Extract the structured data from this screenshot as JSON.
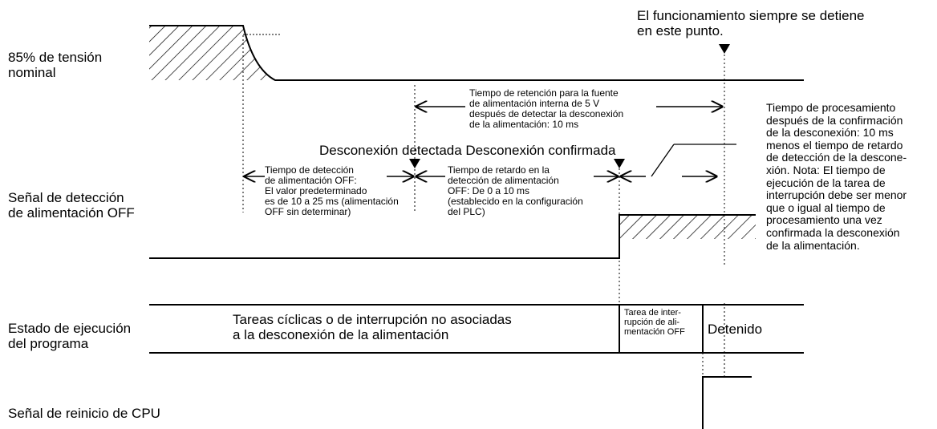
{
  "labels": {
    "voltage": "85% de tensión\nnominal",
    "power_off_signal": "Señal de detección\nde alimentación OFF",
    "program_state": "Estado de ejecución\ndel programa",
    "cpu_reset": "Señal de reinicio de CPU"
  },
  "annotations": {
    "stop_point": "El funcionamiento siempre se detiene\nen este punto.",
    "hold_time": "Tiempo de retención para la fuente\nde alimentación interna de 5 V\ndespués de detectar la desconexión\nde la alimentación: 10 ms",
    "detected_confirmed": "Desconexión detectada Desconexión confirmada",
    "detect_time": "Tiempo de detección\nde alimentación OFF:\nEl valor predeterminado\nes de 10 a 25 ms (alimentación\nOFF sin determinar)",
    "delay_time": "Tiempo de retardo en la\ndetección de alimentación\nOFF: De 0 a 10 ms\n(establecido en la configuración\ndel PLC)",
    "processing_time": "Tiempo de procesamiento\ndespués de la confirmación\nde la desconexión: 10 ms\nmenos el tiempo de retardo\nde detección de la descone-\nxión. Nota: El tiempo de\nejecución de la tarea de\ninterrupción debe ser menor\nque o igual al tiempo de\nprocesamiento una vez\nconfirmada la desconexión\nde la alimentación."
  },
  "program_states": {
    "cyclic": "Tareas cíclicas o de interrupción no asociadas\na la desconexión de la alimentación",
    "interrupt": "Tarea de inter-\nrupción de ali-\nmentación OFF",
    "stopped": "Detenido"
  }
}
